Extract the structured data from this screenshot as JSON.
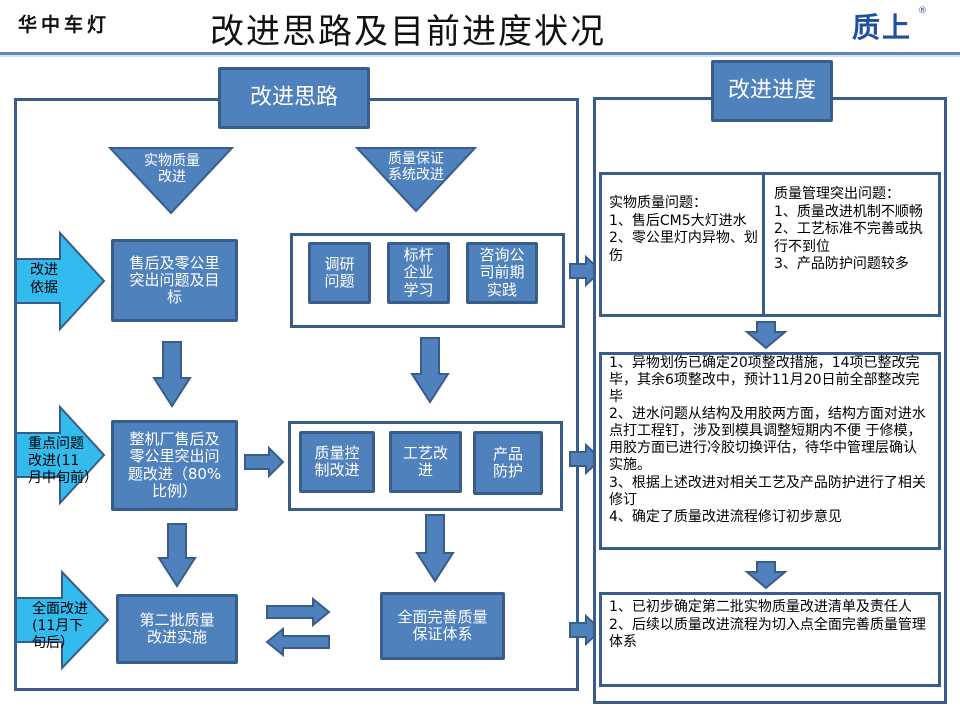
{
  "header": {
    "company": "华中车灯",
    "title": "改进思路及目前进度状况",
    "logo": "质上",
    "registered_mark": "®"
  },
  "colors": {
    "box_fill": "#4f81bd",
    "box_border": "#385d8a",
    "highlight_arrow": "#33bbee",
    "header_rule": "#5b86c0"
  },
  "left_panel": {
    "heading": "改进思路",
    "triangles": [
      {
        "label": "实物质量\n改进"
      },
      {
        "label": "质量保证\n系统改进"
      }
    ],
    "stage_arrows": [
      {
        "label": "改进\n依据"
      },
      {
        "label": "重点问题\n改进(11\n月中旬前）"
      },
      {
        "label": "全面改进\n(11月下\n旬后）"
      }
    ],
    "left_boxes": [
      {
        "label": "售后及零公里\n突出问题及目\n标"
      },
      {
        "label": "整机厂售后及\n零公里突出问\n题改进（80%\n比例）"
      },
      {
        "label": "第二批质量\n改进实施"
      }
    ],
    "group1": [
      {
        "label": "调研\n问题"
      },
      {
        "label": "标杆\n企业\n学习"
      },
      {
        "label": "咨询公\n司前期\n实践"
      }
    ],
    "group2": [
      {
        "label": "质量控\n制改进"
      },
      {
        "label": "工艺改\n进"
      },
      {
        "label": "产品\n防护"
      }
    ],
    "final_box": {
      "label": "全面完善质量\n保证体系"
    }
  },
  "right_panel": {
    "heading": "改进进度",
    "problems": {
      "physical": "实物质量问题：\n1、售后CM5大灯进水\n2、零公里灯内异物、划伤",
      "management": "质量管理突出问题：\n1、质量改进机制不顺畅\n2、工艺标准不完善或执行不到位\n3、产品防护问题较多"
    },
    "progress": "1、异物划伤已确定20项整改措施，14项已整改完毕，其余6项整改中，预计11月20日前全部整改完毕\n2、进水问题从结构及用胶两方面，结构方面对进水点打工程钉，涉及到模具调整短期内不便 于修模，用胶方面已进行冷胶切换评估，待华中管理层确认实施。\n3、根据上述改进对相关工艺及产品防护进行了相关修订\n4、确定了质量改进流程修订初步意见",
    "next_steps": "1、已初步确定第二批实物质量改进清单及责任人\n2、后续以质量改进流程为切入点全面完善质量管理体系"
  }
}
